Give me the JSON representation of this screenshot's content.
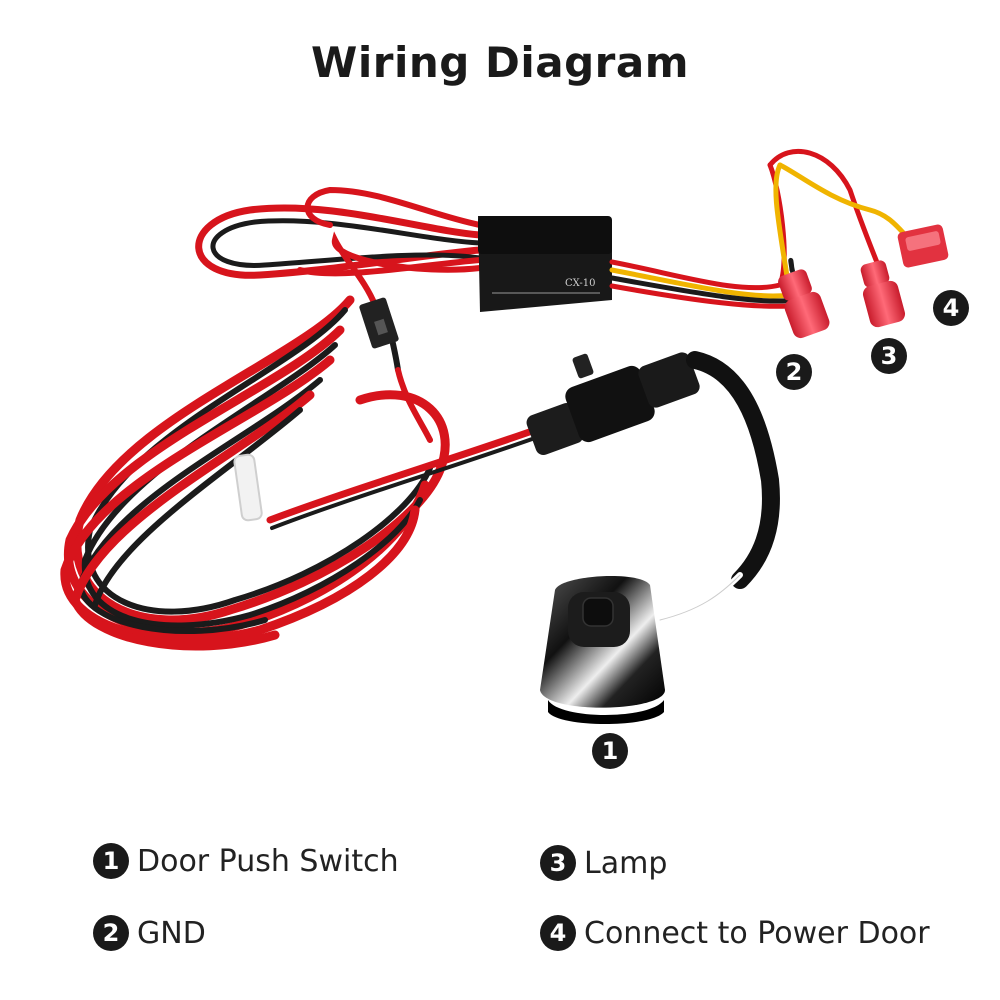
{
  "title": "Wiring Diagram",
  "module_label": "CX-10",
  "callouts": {
    "c1": "1",
    "c2": "2",
    "c3": "3",
    "c4": "4"
  },
  "legend": [
    {
      "num": "1",
      "label": "Door Push Switch"
    },
    {
      "num": "2",
      "label": "GND"
    },
    {
      "num": "3",
      "label": "Lamp"
    },
    {
      "num": "4",
      "label": "Connect to Power Door"
    }
  ],
  "colors": {
    "wire_red": "#d7141c",
    "wire_black": "#1b1b1b",
    "wire_yellow": "#f0b400",
    "terminal_red": "#e02a3a",
    "badge": "#1a1a1a"
  }
}
